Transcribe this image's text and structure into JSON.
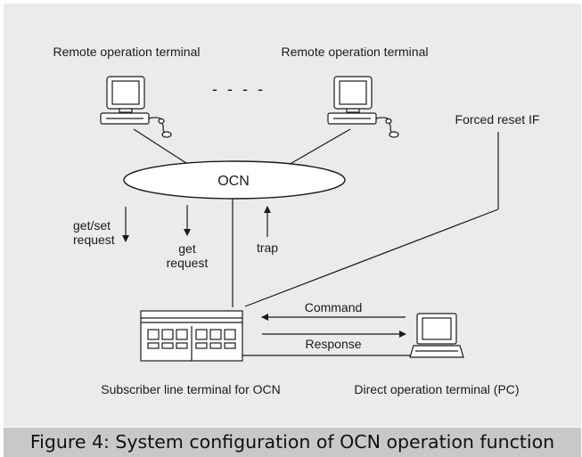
{
  "labels": {
    "remote_terminal_left": "Remote operation terminal",
    "remote_terminal_right": "Remote operation terminal",
    "ocn": "OCN",
    "forced_reset": "Forced reset IF",
    "get_set_line1": "get/set",
    "get_set_line2": "request",
    "get_line1": "get",
    "get_line2": "request",
    "trap": "trap",
    "command": "Command",
    "response": "Response",
    "subscriber_terminal": "Subscriber line terminal for OCN",
    "direct_terminal": "Direct operation terminal (PC)",
    "ellipsis": "- - - -"
  },
  "caption": "Figure 4: System configuration of OCN operation function",
  "colors": {
    "background": "#ebebeb",
    "caption_bg": "#c8c8c8",
    "stroke": "#1a1a1a",
    "device_fill": "#ffffff"
  }
}
